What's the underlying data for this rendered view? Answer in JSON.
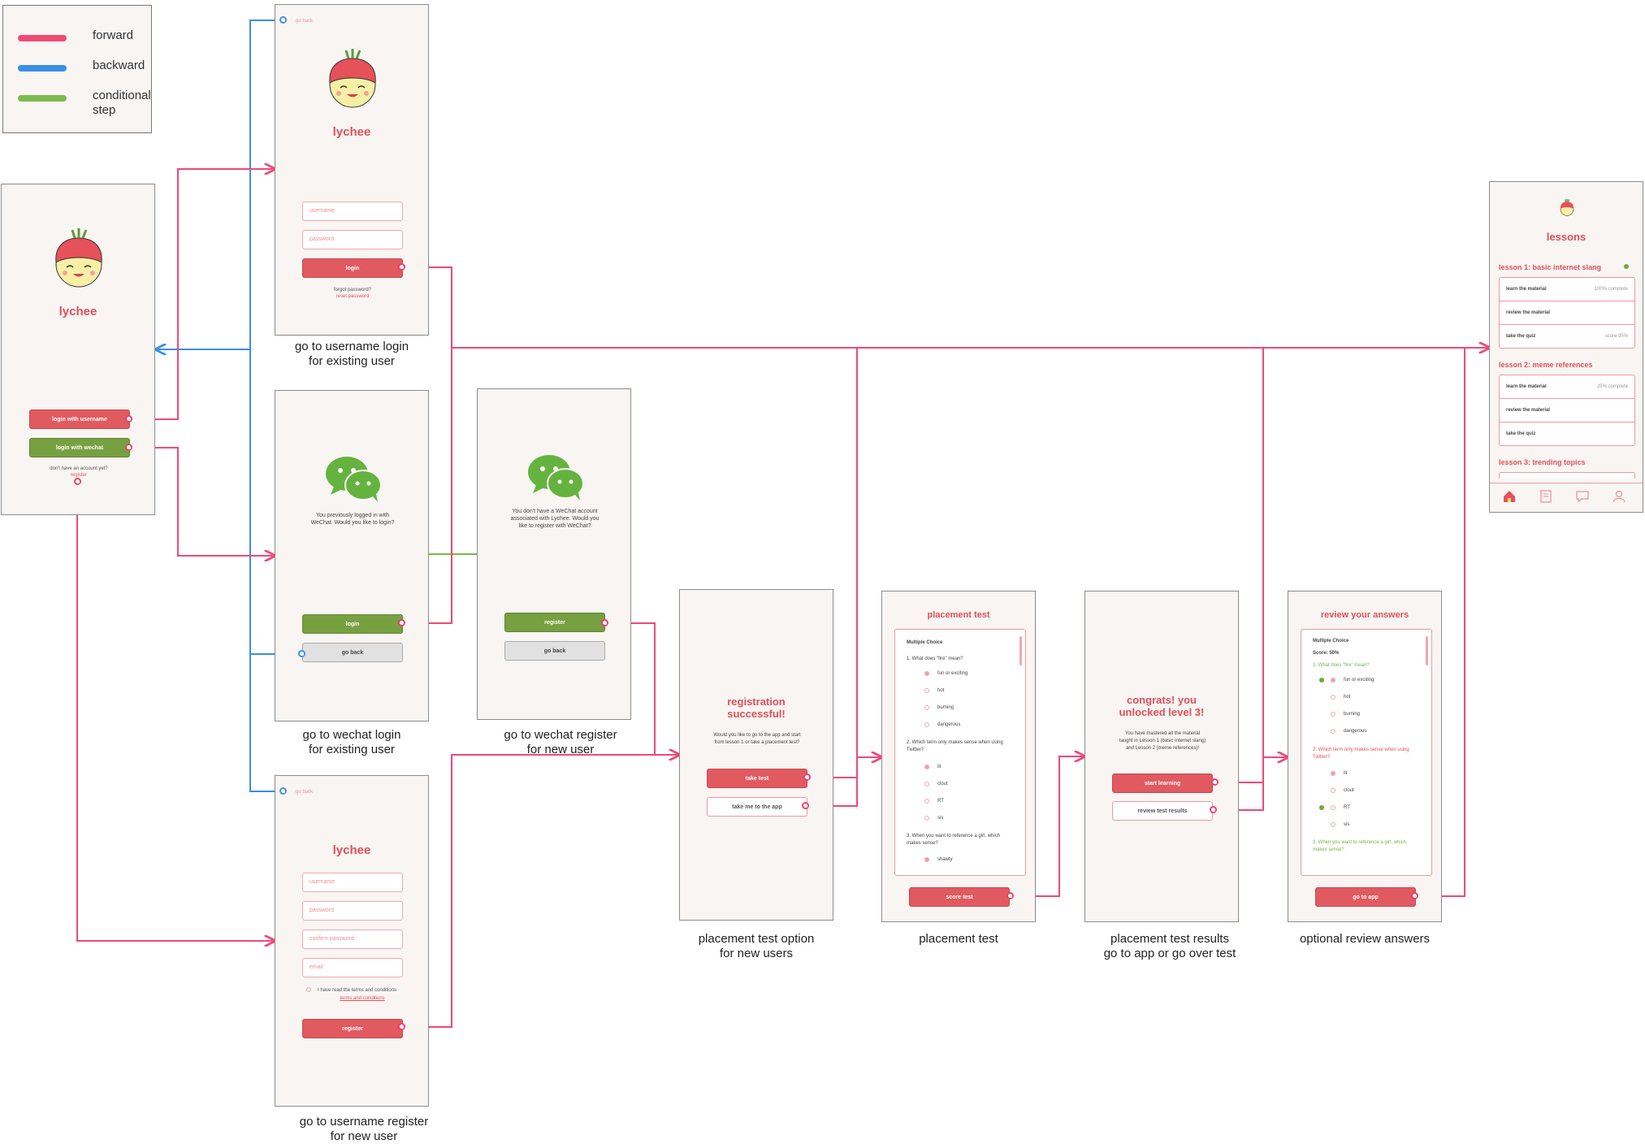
{
  "legend": {
    "forward": {
      "label": "forward",
      "color": "#ee4a78"
    },
    "backward": {
      "label": "backward",
      "color": "#3b8ee8"
    },
    "conditional": {
      "label": "conditional step",
      "color": "#7bbb4e"
    }
  },
  "start_screen": {
    "brand": "lychee",
    "login_username_btn": "login with username",
    "login_wechat_btn": "login with wechat",
    "no_account": "don't have an account yet?",
    "register_link": "register"
  },
  "username_login": {
    "go_back": "go back",
    "brand": "lychee",
    "username_placeholder": "username",
    "password_placeholder": "password",
    "login_btn": "login",
    "forgot": "forgot password?",
    "reset": "reset password",
    "caption": "go to username login\nfor existing user"
  },
  "wechat_login": {
    "message": "You previously logged in with WeChat. Would you like to login?",
    "login_btn": "login",
    "go_back_btn": "go back",
    "caption": "go to wechat login\nfor existing user"
  },
  "wechat_register": {
    "message": "You don't have a WeChat account associated with Lychee. Would you like to register with WeChat?",
    "register_btn": "register",
    "go_back_btn": "go back",
    "caption": "go to wechat register\nfor new user"
  },
  "username_register": {
    "go_back": "go back",
    "brand": "lychee",
    "username_placeholder": "username",
    "password_placeholder": "password",
    "confirm_placeholder": "confirm password",
    "email_placeholder": "email",
    "terms_text": "I have read the terms and conditions",
    "terms_link": "terms and conditions",
    "register_btn": "register",
    "caption": "go to username register\nfor new user"
  },
  "registration": {
    "title": "registration successful!",
    "body": "Would you like to go to the app and start from lesson 1 or take a placement test?",
    "take_test_btn": "take test",
    "take_me_btn": "take me to the app",
    "caption": "placement test option\nfor new users"
  },
  "placement_test": {
    "title": "placement test",
    "section": "Multiple Choice",
    "q1": "1. What does \"fire\" mean?",
    "q1_options": [
      "fun or exciting",
      "hot",
      "burning",
      "dangerous"
    ],
    "q2": "2. Which term only makes sense when using Twitter?",
    "q2_options": [
      "lit",
      "clout",
      "RT",
      "sis"
    ],
    "q3": "3. When you want to reference a girl, which makes sense?",
    "q3_options": [
      "shawty"
    ],
    "score_btn": "score test",
    "caption": "placement test"
  },
  "results": {
    "title": "congrats! you unlocked level 3!",
    "body": "You have mastered all the material taught in Lesson 1 (basic internet slang) and Lesson 2 (meme references)!",
    "start_btn": "start learning",
    "review_btn": "review test results",
    "caption": "placement test results\ngo to app or go over test"
  },
  "review": {
    "title": "review your answers",
    "section": "Multiple Choice",
    "score": "Score: 50%",
    "q1": "1. What does \"fire\" mean?",
    "q1_options": [
      "fun or exciting",
      "hot",
      "burning",
      "dangerous"
    ],
    "q2": "2. Which term only makes sense when using Twitter?",
    "q2_options": [
      "lit",
      "clout",
      "RT",
      "sis"
    ],
    "q3": "3. When you want to reference a girl, which makes sense?",
    "go_btn": "go to app",
    "caption": "optional review answers"
  },
  "lessons": {
    "title": "lessons",
    "lesson1": "lesson 1: basic internet slang",
    "lesson1_rows": [
      {
        "label": "learn the material",
        "meta": "100% complete"
      },
      {
        "label": "review the material",
        "meta": ""
      },
      {
        "label": "take the quiz",
        "meta": "score 95%"
      }
    ],
    "lesson2": "lesson 2: meme references",
    "lesson2_rows": [
      {
        "label": "learn the material",
        "meta": "25% complete"
      },
      {
        "label": "review the material",
        "meta": ""
      },
      {
        "label": "take the quiz",
        "meta": ""
      }
    ],
    "lesson3": "lesson 3: trending topics",
    "nav_icons": [
      "home-icon",
      "book-icon",
      "chat-icon",
      "profile-icon"
    ]
  }
}
